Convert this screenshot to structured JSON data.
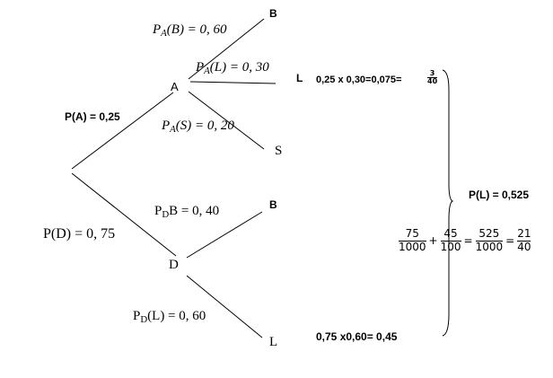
{
  "nodes": {
    "a": "A",
    "d": "D",
    "a_b": "B",
    "a_l": "L",
    "a_s": "S",
    "d_b": "B",
    "d_l": "L"
  },
  "branch_labels": {
    "p_a": "P(A) = 0,25",
    "p_d": "P(D) = 0, 75",
    "pa_b": {
      "p": "P",
      "sub": "A",
      "rest": "(B) = 0, 60"
    },
    "pa_l": {
      "p": "P",
      "sub": "A",
      "rest": "(L) = 0, 30"
    },
    "pa_s": {
      "p": "P",
      "sub": "A",
      "rest": "(S) = 0, 20"
    },
    "pd_b": {
      "p": "P",
      "sub": "D",
      "rest": "B = 0, 40"
    },
    "pd_l": {
      "p": "P",
      "sub": "D",
      "rest": "(L) = 0, 60"
    }
  },
  "computations": {
    "al_product": "0,25 x 0,30=0,075=",
    "al_frac_num": "3",
    "al_frac_den": "40",
    "dl_product": "0,75 x0,60= 0,45",
    "total_label": "P(L) = 0,525",
    "sum": {
      "f1_num": "75",
      "f1_den": "1000",
      "plus": "+",
      "f2_num": "45",
      "f2_den": "100",
      "eq1": "=",
      "f3_num": "525",
      "f3_den": "1000",
      "eq2": "=",
      "f4_num": "21",
      "f4_den": "40"
    }
  }
}
